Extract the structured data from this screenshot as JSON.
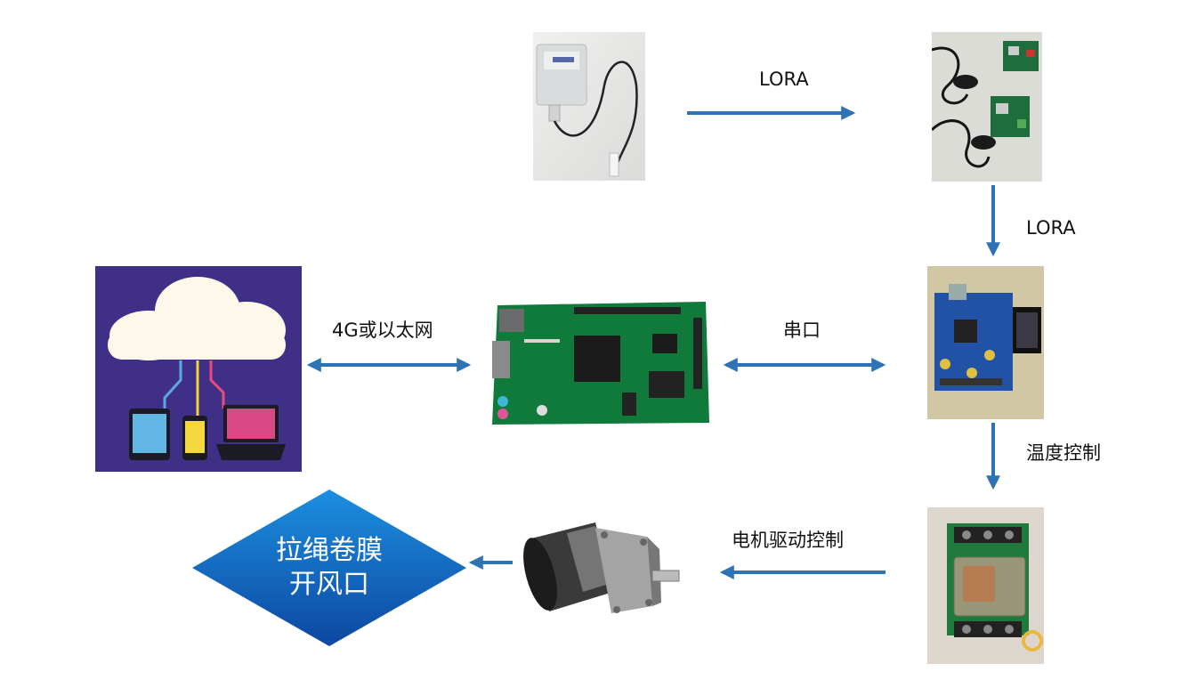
{
  "edges": {
    "sensor_to_lora": "LORA",
    "lora_to_mcu": "LORA",
    "mcu_to_gateway": "串口",
    "gateway_to_cloud": "4G或以太网",
    "mcu_to_relay": "温度控制",
    "relay_to_motor": "电机驱动控制"
  },
  "outcome": {
    "line1": "拉绳卷膜",
    "line2": "开风口"
  },
  "colors": {
    "arrow": "#2e74b5",
    "cloud_bg": "#3f2f87",
    "diamond_top": "#1c8fe0",
    "diamond_bottom": "#0d47a1"
  }
}
